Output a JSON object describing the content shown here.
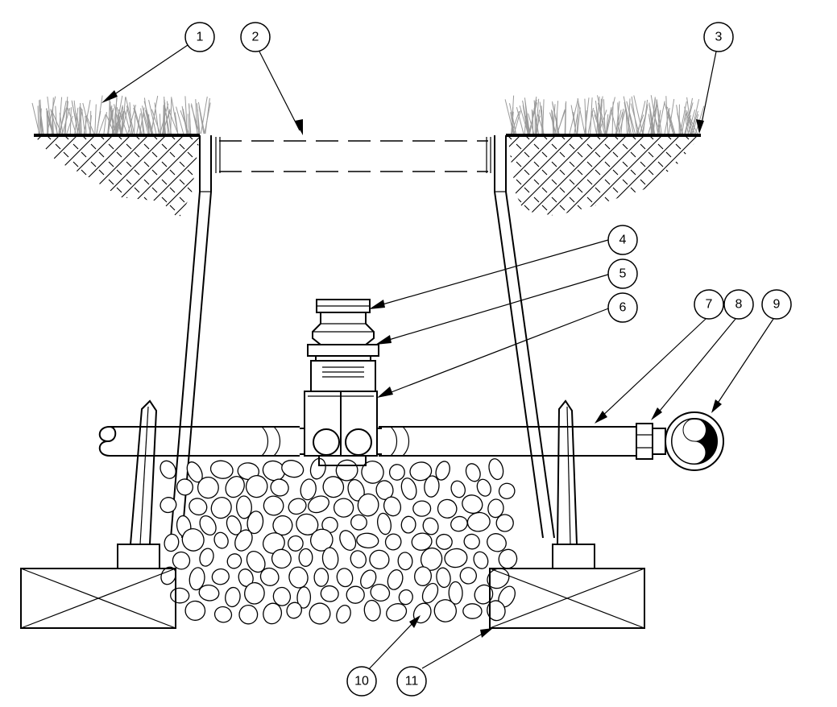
{
  "diagram": {
    "callouts": [
      {
        "id": "1",
        "label": "1",
        "target": "grass-left"
      },
      {
        "id": "2",
        "label": "2",
        "target": "valve-box-lid"
      },
      {
        "id": "3",
        "label": "3",
        "target": "ground-surface"
      },
      {
        "id": "4",
        "label": "4",
        "target": "valve-cap"
      },
      {
        "id": "5",
        "label": "5",
        "target": "valve-body"
      },
      {
        "id": "6",
        "label": "6",
        "target": "valve-tee"
      },
      {
        "id": "7",
        "label": "7",
        "target": "lateral-pipe"
      },
      {
        "id": "8",
        "label": "8",
        "target": "coupling"
      },
      {
        "id": "9",
        "label": "9",
        "target": "pipe-end"
      },
      {
        "id": "10",
        "label": "10",
        "target": "gravel-bed"
      },
      {
        "id": "11",
        "label": "11",
        "target": "support-block"
      }
    ]
  }
}
